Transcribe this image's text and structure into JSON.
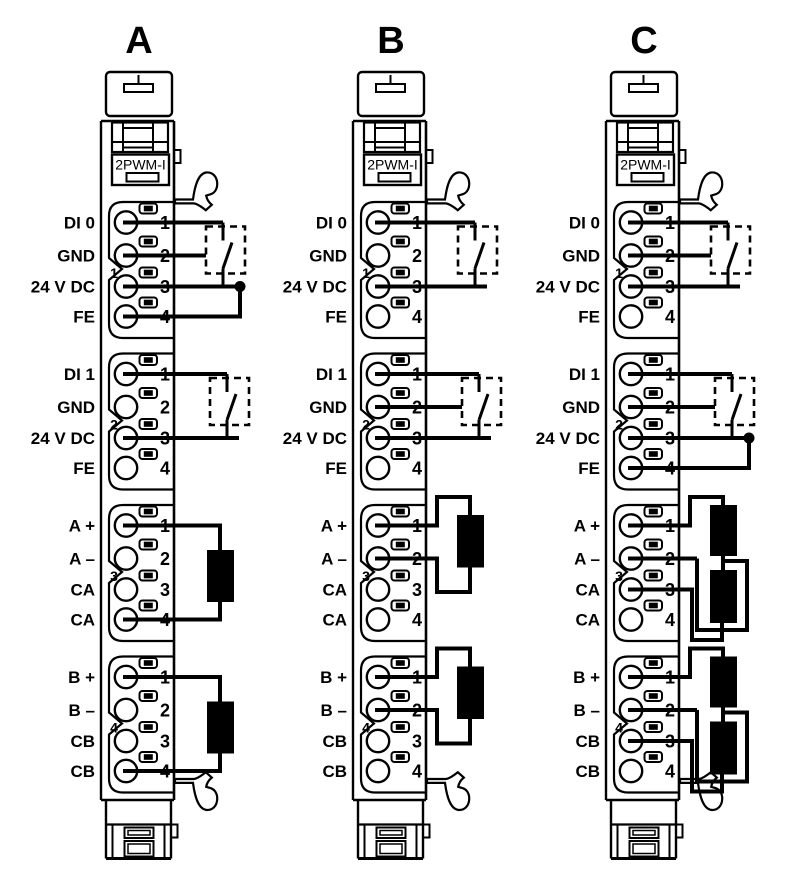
{
  "figure": {
    "colors": {
      "ink": "#000000",
      "paper": "#ffffff"
    },
    "module": {
      "label": "2PWM-I",
      "groups": [
        {
          "number": "1",
          "terminals": [
            {
              "n": "1",
              "label": "DI 0"
            },
            {
              "n": "2",
              "label": "GND"
            },
            {
              "n": "3",
              "label": "24 V DC"
            },
            {
              "n": "4",
              "label": "FE"
            }
          ]
        },
        {
          "number": "2",
          "terminals": [
            {
              "n": "1",
              "label": "DI 1"
            },
            {
              "n": "2",
              "label": "GND"
            },
            {
              "n": "3",
              "label": "24 V DC"
            },
            {
              "n": "4",
              "label": "FE"
            }
          ]
        },
        {
          "number": "3",
          "terminals": [
            {
              "n": "1",
              "label": "A +"
            },
            {
              "n": "2",
              "label": "A –"
            },
            {
              "n": "3",
              "label": "CA"
            },
            {
              "n": "4",
              "label": "CA"
            }
          ]
        },
        {
          "number": "4",
          "terminals": [
            {
              "n": "1",
              "label": "B +"
            },
            {
              "n": "2",
              "label": "B –"
            },
            {
              "n": "3",
              "label": "CB"
            },
            {
              "n": "4",
              "label": "CB"
            }
          ]
        }
      ]
    },
    "variants": [
      {
        "letter": "A",
        "groups": [
          {
            "wiring": "sensor_3wire_fe"
          },
          {
            "wiring": "switch_2wire"
          },
          {
            "wiring": "load_1_4"
          },
          {
            "wiring": "load_1_4"
          }
        ]
      },
      {
        "letter": "B",
        "groups": [
          {
            "wiring": "switch_2wire"
          },
          {
            "wiring": "sensor_3wire"
          },
          {
            "wiring": "load_1_2"
          },
          {
            "wiring": "load_1_2"
          }
        ]
      },
      {
        "letter": "C",
        "groups": [
          {
            "wiring": "sensor_3wire"
          },
          {
            "wiring": "sensor_3wire_fe"
          },
          {
            "wiring": "load_double"
          },
          {
            "wiring": "load_double"
          }
        ]
      }
    ]
  }
}
